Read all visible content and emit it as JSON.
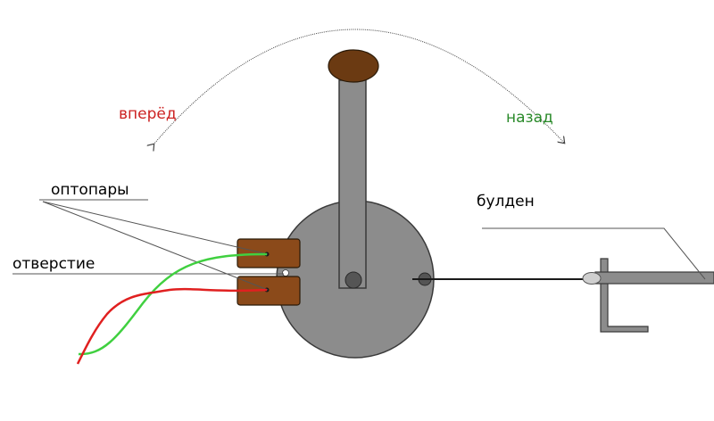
{
  "labels": {
    "forward": "вперёд",
    "back": "назад",
    "optocouplers": "оптопары",
    "hole": "отверстие",
    "bourdon": "булден"
  },
  "colors": {
    "forward_text": "#cc2222",
    "back_text": "#2a8a2a",
    "disk_fill": "#8c8c8c",
    "lever_fill": "#8c8c8c",
    "knob_fill": "#6b3a12",
    "optocoupler_fill": "#8b4a1a",
    "red_wire": "#e02020",
    "green_wire": "#40d040",
    "line": "#555555"
  }
}
